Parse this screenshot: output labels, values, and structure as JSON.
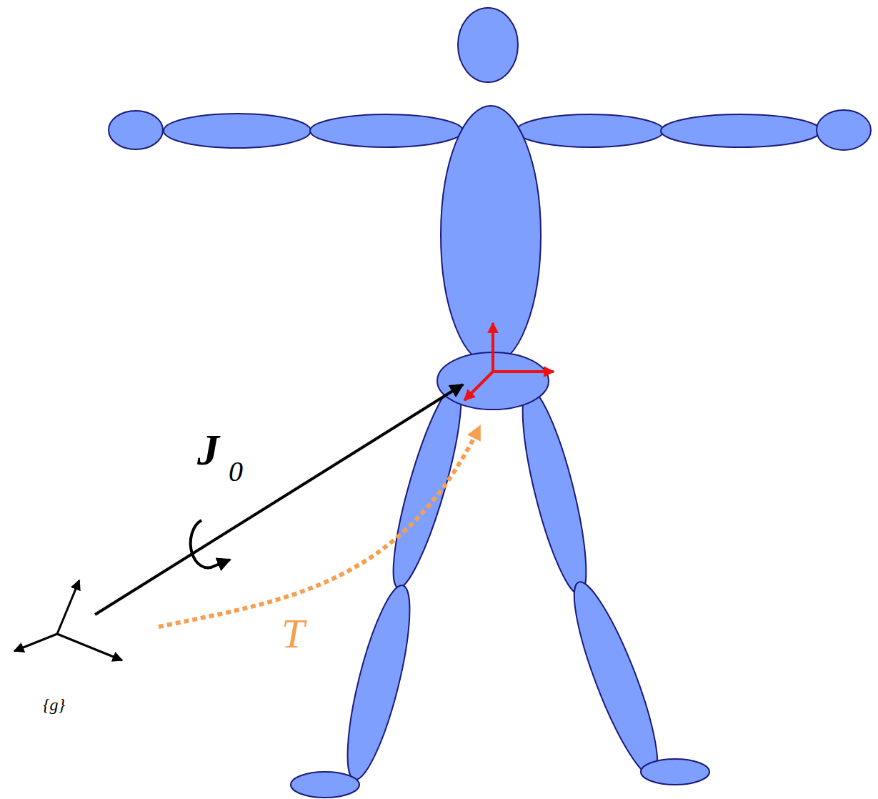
{
  "diagram": {
    "labels": [
      "J",
      "0",
      "T",
      "{g}"
    ]
  }
}
